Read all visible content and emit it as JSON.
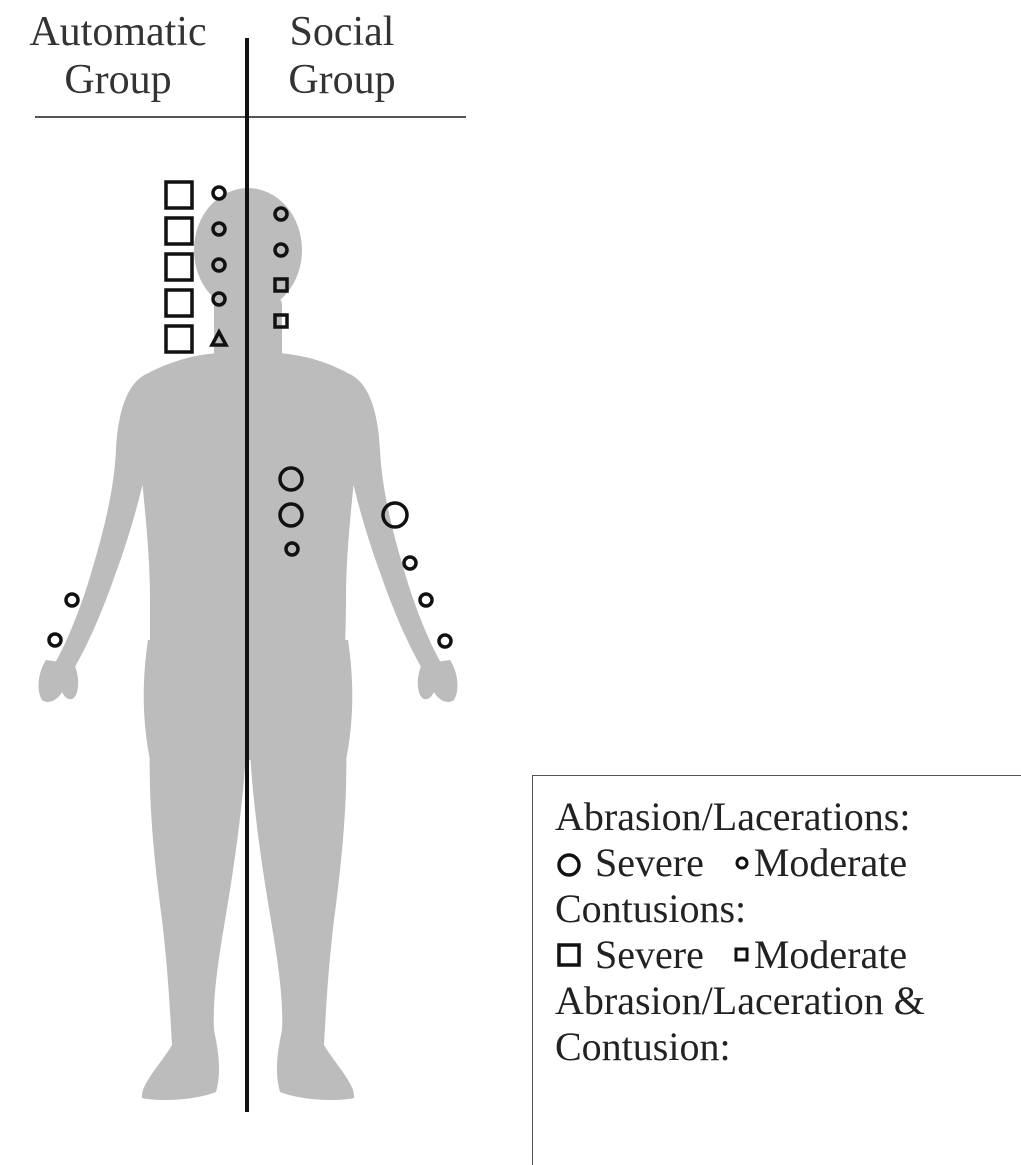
{
  "header": {
    "left_title_line1": "Automatic",
    "left_title_line2": "Group",
    "right_title_line1": "Social",
    "right_title_line2": "Group"
  },
  "legend": {
    "abrasion_heading": "Abrasion/Lacerations:",
    "abrasion_severe": "Severe",
    "abrasion_moderate": "Moderate",
    "contusion_heading": "Contusions:",
    "contusion_severe": "Severe",
    "contusion_moderate": "Moderate",
    "combined_heading_line1": "Abrasion/Laceration &",
    "combined_heading_line2": "Contusion:"
  },
  "colors": {
    "body_silhouette": "#bcbcbc",
    "marker_stroke": "#111111",
    "divider": "#111111"
  }
}
